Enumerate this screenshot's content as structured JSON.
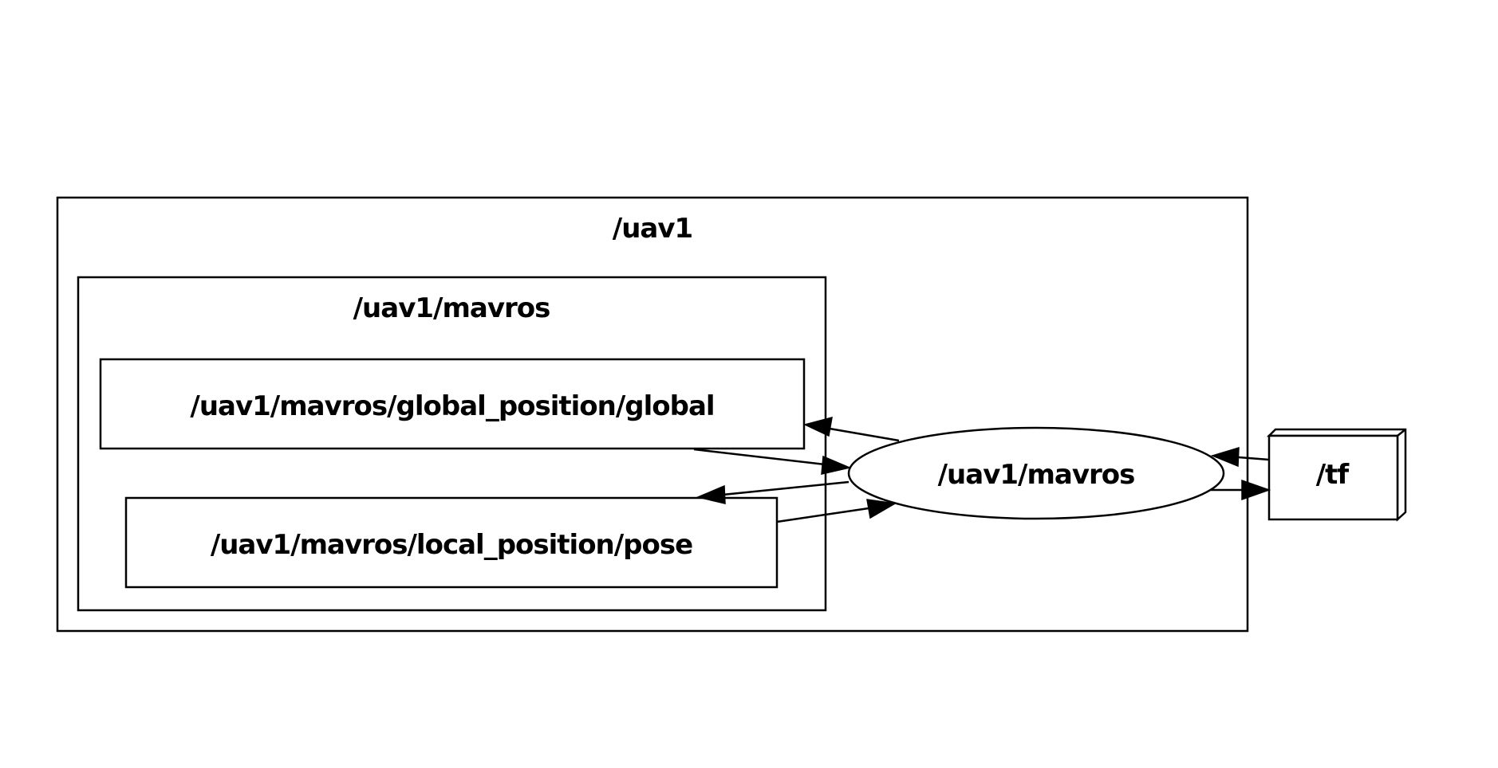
{
  "graph": {
    "clusters": {
      "outer": {
        "label": "/uav1"
      },
      "inner": {
        "label": "/uav1/mavros"
      }
    },
    "topics": {
      "global": {
        "label": "/uav1/mavros/global_position/global"
      },
      "pose": {
        "label": "/uav1/mavros/local_position/pose"
      }
    },
    "nodes": {
      "mavros": {
        "label": "/uav1/mavros"
      }
    },
    "external": {
      "tf": {
        "label": "/tf"
      }
    },
    "edges": [
      {
        "from": "global",
        "to": "mavros"
      },
      {
        "from": "mavros",
        "to": "global"
      },
      {
        "from": "mavros",
        "to": "pose"
      },
      {
        "from": "pose",
        "to": "mavros"
      },
      {
        "from": "tf",
        "to": "mavros"
      },
      {
        "from": "mavros",
        "to": "tf"
      }
    ]
  }
}
